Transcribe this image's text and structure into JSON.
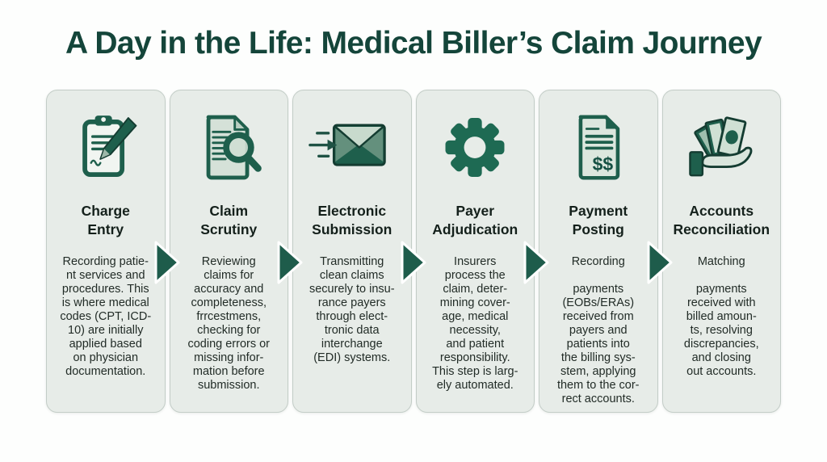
{
  "page": {
    "title": "A Day in the Life: Medical Biller’s Claim Journey"
  },
  "colors": {
    "heading_green": "#14453a",
    "icon_green": "#1e5f4c",
    "arrow_green": "#1e5c4b",
    "card_background": "#e7ece8",
    "card_border": "#c3cdc7"
  },
  "steps": [
    {
      "icon": "clipboard-pencil-icon",
      "title": "Charge\nEntry",
      "description": "Recording patie-\nnt services and\nprocedures. This\nis where medical\ncodes (CPT, ICD-\n10) are initially\napplied based\non physician\ndocumentation."
    },
    {
      "icon": "document-magnifier-icon",
      "title": "Claim\nScrutiny",
      "description": "Reviewing\nclaims for\naccuracy and\ncompleteness,\nfrrcestmens,\nchecking for\ncoding errors or\nmissing infor-\nmation before\nsubmission."
    },
    {
      "icon": "envelope-send-icon",
      "title": "Electronic\nSubmission",
      "description": "Transmitting\nclean claims\nsecurely to insu-\nrance payers\nthrough elect-\ntronic data\ninterchange\n(EDI) systems."
    },
    {
      "icon": "gear-icon",
      "title": "Payer\nAdjudication",
      "description": "Insurers\nprocess the\nclaim, deter-\nmining cover-\nage, medical\nnecessity,\nand patient\nresponsibility.\nThis step is larg-\nely automated."
    },
    {
      "icon": "dollar-document-icon",
      "title": "Payment\nPosting",
      "description": "Recording\n\npayments\n(EOBs/ERAs)\nreceived from\npayers and\npatients into\nthe billing sys-\nstem, applying\nthem to the cor-\nrect accounts.",
      "icon_text": "$$"
    },
    {
      "icon": "hand-money-icon",
      "title": "Accounts\nReconciliation",
      "description": "Matching\n\npayments\nreceived with\nbilled amoun-\nts, resolving\ndiscrepancies,\nand closing\nout accounts."
    }
  ]
}
